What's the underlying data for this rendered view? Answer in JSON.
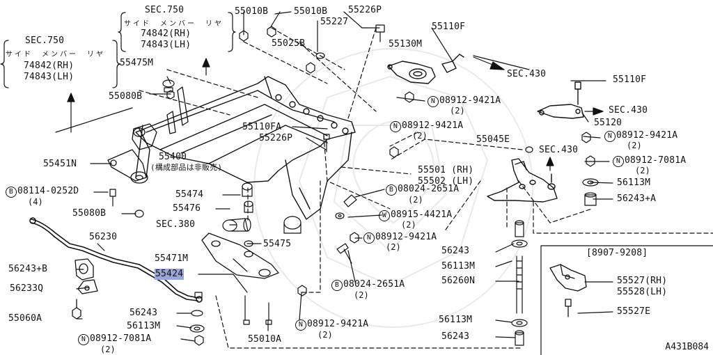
{
  "diagram": {
    "ref_code": "A431B084",
    "inset_range": "[8907-9208]",
    "sections": {
      "sec750_title": "SEC.750",
      "sec750_desc": "サイド　メンバー　リヤ",
      "sec750_rh": "74842(RH)",
      "sec750_lh": "74843(LH)",
      "sec430": "SEC.430",
      "sec380": "SEC.380"
    },
    "note_not_sold": "(構成部品は非販売)",
    "circled": {
      "N": "N",
      "B": "B",
      "W": "W"
    },
    "labels": {
      "p55010B_a": "55010B",
      "p55010B_b": "55010B",
      "p55226P_top": "55226P",
      "p55227": "55227",
      "p55110F_top": "55110F",
      "p55130M": "55130M",
      "p55025B": "55025B",
      "p55475M": "55475M",
      "p55080B_top": "55080B",
      "p55110F_right": "55110F",
      "p55120": "55120",
      "p55110FA": "55110FA",
      "p55226P_mid": "55226P",
      "p55045E": "55045E",
      "p55451N": "55451N",
      "p55400": "55400",
      "p55501": "55501 (RH)",
      "p55502": "55502 (LH)",
      "p56113M_r": "56113M",
      "p56243A_r": "56243+A",
      "p55474": "55474",
      "p55476": "55476",
      "p55080B_bot": "55080B",
      "p56230": "56230",
      "p55475": "55475",
      "p55471M": "55471M",
      "p55424": "55424",
      "p56243_mid": "56243",
      "p56113M_mid": "56113M",
      "p56260N": "56260N",
      "p56243A_l": "56243+B",
      "p56233Q": "56233Q",
      "p55060A": "55060A",
      "p56243_bot": "56243",
      "p56113M_bot": "56113M",
      "p55010A": "55010A",
      "p56113M_rb": "56113M",
      "p56243_rb": "56243",
      "p55527RH": "55527(RH)",
      "p55528LH": "55528(LH)",
      "p55527E": "55527E"
    },
    "numbered": {
      "n1_code": "08912-9421A",
      "n1_qty": "(2)",
      "n2_code": "08912-9421A",
      "n2_qty": "(2)",
      "n3_code": "08912-9421A",
      "n3_qty": "(2)",
      "n4_code": "08912-7081A",
      "n4_qty": "(2)",
      "b1_code": "08114-0252D",
      "b1_qty": "(4)",
      "b2_code": "08024-2651A",
      "b2_qty": "(2)",
      "w1_code": "08915-4421A",
      "w1_qty": "(2)",
      "n5_code": "08912-9421A",
      "n5_qty": "(2)",
      "b3_code": "08024-2651A",
      "b3_qty": "(2)",
      "n6_code": "08912-9421A",
      "n6_qty": "(2)",
      "n7_code": "08912-7081A",
      "n7_qty": "(2)"
    }
  }
}
